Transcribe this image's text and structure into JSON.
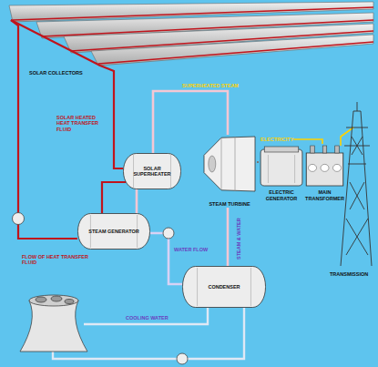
{
  "diagram": {
    "nodes": [
      {
        "text": [
          "SOLAR SUPERHEATER"
        ]
      },
      {
        "text": [
          "STEAM GENERATOR"
        ]
      },
      {
        "text": [
          "STEAM TURBINE"
        ]
      },
      {
        "text": [
          "ELECTRIC GENERATOR"
        ]
      },
      {
        "text": [
          "MAIN TRANSFORMER"
        ]
      },
      {
        "text": [
          "CONDENSER"
        ]
      }
    ],
    "edges": [
      {
        "from": 1,
        "to": 0,
        "arrow": "none"
      },
      {
        "from": 0,
        "to": 2,
        "arrow": "none"
      },
      {
        "from": 2,
        "to": 5,
        "arrow": "none"
      },
      {
        "from": 5,
        "to": 1,
        "arrow": "none"
      },
      {
        "from": 2,
        "to": 3,
        "arrow": "none"
      },
      {
        "from": 3,
        "to": 4,
        "arrow": "none"
      }
    ],
    "labels": [
      "SOLAR COLLECTORS",
      "SOLAR HEATED HEAT TRANSFER FLUID",
      "SUPERHEATED STEAM",
      "ELECTRICITY",
      "FLOW OF HEAT TRANSFER FLUID",
      "WATER FLOW",
      "STEAM & WATER",
      "COOLING WATER",
      "TRANSMISSION"
    ]
  }
}
